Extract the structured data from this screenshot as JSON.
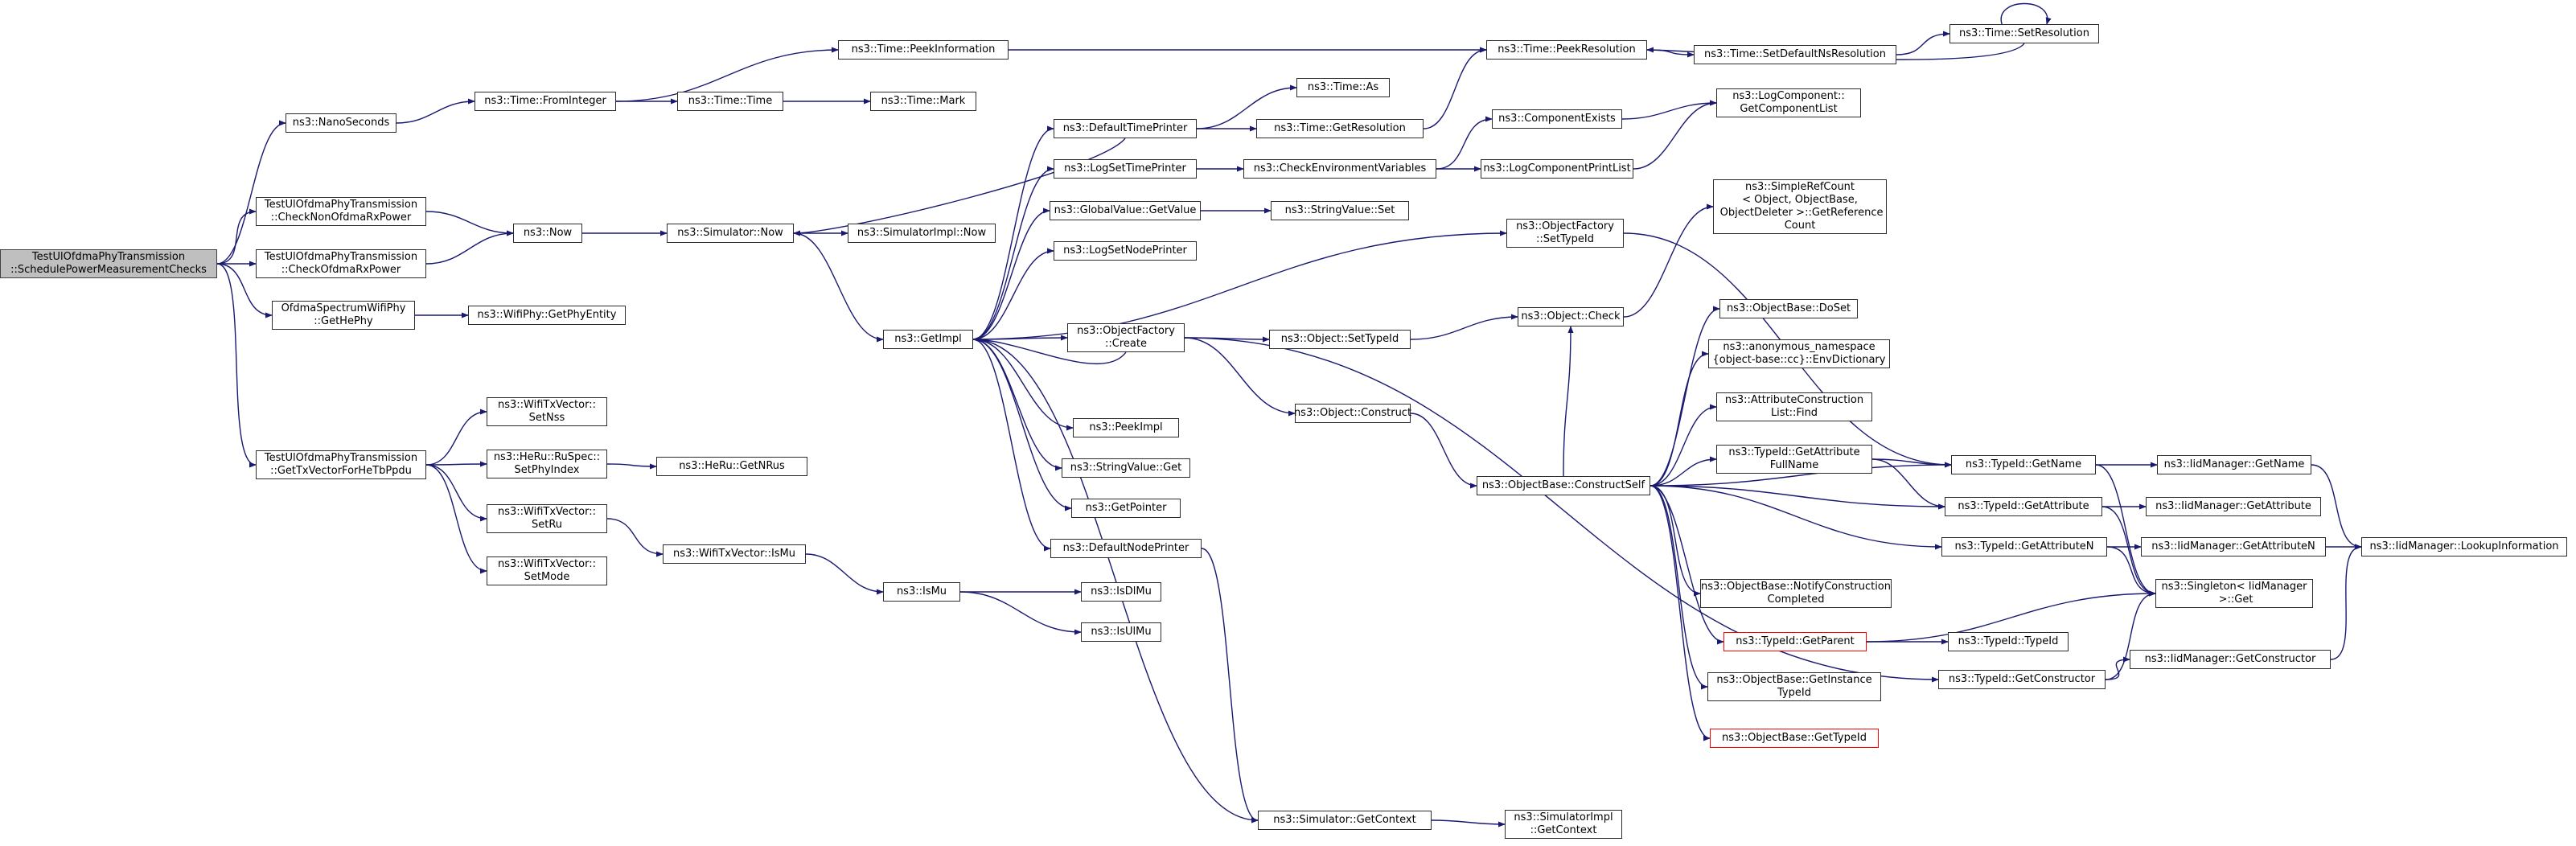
{
  "colors": {
    "edge": "#191970",
    "border": "#2b2b2b",
    "root_fill": "#bfbfbf",
    "truncated_border": "#ff0000",
    "background": "#ffffff"
  },
  "nodes": [
    {
      "id": "root",
      "label": "TestUlOfdmaPhyTransmission\n::SchedulePowerMeasurementChecks",
      "kind": "root"
    },
    {
      "id": "nanoseconds",
      "label": "ns3::NanoSeconds"
    },
    {
      "id": "checknon",
      "label": "TestUlOfdmaPhyTransmission\n::CheckNonOfdmaRxPower"
    },
    {
      "id": "checkofdma",
      "label": "TestUlOfdmaPhyTransmission\n::CheckOfdmaRxPower"
    },
    {
      "id": "gethephy",
      "label": "OfdmaSpectrumWifiPhy\n::GetHePhy"
    },
    {
      "id": "gettxvec",
      "label": "TestUlOfdmaPhyTransmission\n::GetTxVectorForHeTbPpdu"
    },
    {
      "id": "frominteger",
      "label": "ns3::Time::FromInteger"
    },
    {
      "id": "now",
      "label": "ns3::Now"
    },
    {
      "id": "getphyentity",
      "label": "ns3::WifiPhy::GetPhyEntity"
    },
    {
      "id": "setnss",
      "label": "ns3::WifiTxVector::\nSetNss"
    },
    {
      "id": "setphyindex",
      "label": "ns3::HeRu::RuSpec::\nSetPhyIndex"
    },
    {
      "id": "setru",
      "label": "ns3::WifiTxVector::\nSetRu"
    },
    {
      "id": "setmode",
      "label": "ns3::WifiTxVector::\nSetMode"
    },
    {
      "id": "peekinfo",
      "label": "ns3::Time::PeekInformation"
    },
    {
      "id": "timetime",
      "label": "ns3::Time::Time"
    },
    {
      "id": "simnow",
      "label": "ns3::Simulator::Now"
    },
    {
      "id": "getnrus",
      "label": "ns3::HeRu::GetNRus"
    },
    {
      "id": "ismu_vec",
      "label": "ns3::WifiTxVector::IsMu"
    },
    {
      "id": "timemark",
      "label": "ns3::Time::Mark"
    },
    {
      "id": "simimplnow",
      "label": "ns3::SimulatorImpl::Now"
    },
    {
      "id": "getimpl",
      "label": "ns3::GetImpl"
    },
    {
      "id": "ismu",
      "label": "ns3::IsMu"
    },
    {
      "id": "defaulttimeprinter",
      "label": "ns3::DefaultTimePrinter"
    },
    {
      "id": "logsettimeprinter",
      "label": "ns3::LogSetTimePrinter"
    },
    {
      "id": "gvgetvalue",
      "label": "ns3::GlobalValue::GetValue"
    },
    {
      "id": "logsetnodeprinter",
      "label": "ns3::LogSetNodePrinter"
    },
    {
      "id": "ofcreate",
      "label": "ns3::ObjectFactory\n::Create"
    },
    {
      "id": "peekimpl",
      "label": "ns3::PeekImpl"
    },
    {
      "id": "svget",
      "label": "ns3::StringValue::Get"
    },
    {
      "id": "getpointer",
      "label": "ns3::GetPointer"
    },
    {
      "id": "defaultnodeprinter",
      "label": "ns3::DefaultNodePrinter"
    },
    {
      "id": "isdlmu",
      "label": "ns3::IsDlMu"
    },
    {
      "id": "isulmu",
      "label": "ns3::IsUlMu"
    },
    {
      "id": "timeas",
      "label": "ns3::Time::As"
    },
    {
      "id": "getresolution",
      "label": "ns3::Time::GetResolution"
    },
    {
      "id": "checkenv",
      "label": "ns3::CheckEnvironmentVariables"
    },
    {
      "id": "svset",
      "label": "ns3::StringValue::Set"
    },
    {
      "id": "objsettypeid",
      "label": "ns3::Object::SetTypeId"
    },
    {
      "id": "objconstruct",
      "label": "ns3::Object::Construct"
    },
    {
      "id": "simgetcontext",
      "label": "ns3::Simulator::GetContext"
    },
    {
      "id": "peekresolution",
      "label": "ns3::Time::PeekResolution"
    },
    {
      "id": "componentexists",
      "label": "ns3::ComponentExists"
    },
    {
      "id": "logcompprintlist",
      "label": "ns3::LogComponentPrintList"
    },
    {
      "id": "ofsettypeid",
      "label": "ns3::ObjectFactory\n::SetTypeId"
    },
    {
      "id": "objcheck",
      "label": "ns3::Object::Check"
    },
    {
      "id": "constructself",
      "label": "ns3::ObjectBase::ConstructSelf"
    },
    {
      "id": "simimplgetcontext",
      "label": "ns3::SimulatorImpl\n::GetContext"
    },
    {
      "id": "setdefaultns",
      "label": "ns3::Time::SetDefaultNsResolution"
    },
    {
      "id": "setresolution",
      "label": "ns3::Time::SetResolution"
    },
    {
      "id": "getcomplist",
      "label": "ns3::LogComponent::\nGetComponentList"
    },
    {
      "id": "getrefcount",
      "label": "ns3::SimpleRefCount\n< Object, ObjectBase,\n ObjectDeleter >::GetReference\nCount"
    },
    {
      "id": "dodispose",
      "label": "ns3::ObjectBase::DoSet"
    },
    {
      "id": "envdict",
      "label": "ns3::anonymous_namespace\n{object-base::cc}::EnvDictionary"
    },
    {
      "id": "attrfind",
      "label": "ns3::AttributeConstruction\nList::Find"
    },
    {
      "id": "getattrfullname",
      "label": "ns3::TypeId::GetAttribute\nFullName"
    },
    {
      "id": "notifycc",
      "label": "ns3::ObjectBase::NotifyConstruction\nCompleted"
    },
    {
      "id": "getparent",
      "label": "ns3::TypeId::GetParent",
      "kind": "trunc"
    },
    {
      "id": "getinstancetypeid",
      "label": "ns3::ObjectBase::GetInstance\nTypeId"
    },
    {
      "id": "obgettypeid",
      "label": "ns3::ObjectBase::GetTypeId",
      "kind": "trunc"
    },
    {
      "id": "tidgetname",
      "label": "ns3::TypeId::GetName"
    },
    {
      "id": "tidgetattribute",
      "label": "ns3::TypeId::GetAttribute"
    },
    {
      "id": "tidgetattributen",
      "label": "ns3::TypeId::GetAttributeN"
    },
    {
      "id": "singletonget",
      "label": "ns3::Singleton< IidManager\n >::Get"
    },
    {
      "id": "tidtypeid",
      "label": "ns3::TypeId::TypeId"
    },
    {
      "id": "tidgetconstructor",
      "label": "ns3::TypeId::GetConstructor"
    },
    {
      "id": "iidgetname",
      "label": "ns3::IidManager::GetName"
    },
    {
      "id": "iidgetattribute",
      "label": "ns3::IidManager::GetAttribute"
    },
    {
      "id": "iidgetattributen",
      "label": "ns3::IidManager::GetAttributeN"
    },
    {
      "id": "iidgetconstructor",
      "label": "ns3::IidManager::GetConstructor"
    },
    {
      "id": "lookupinfo",
      "label": "ns3::IidManager::LookupInformation"
    }
  ]
}
